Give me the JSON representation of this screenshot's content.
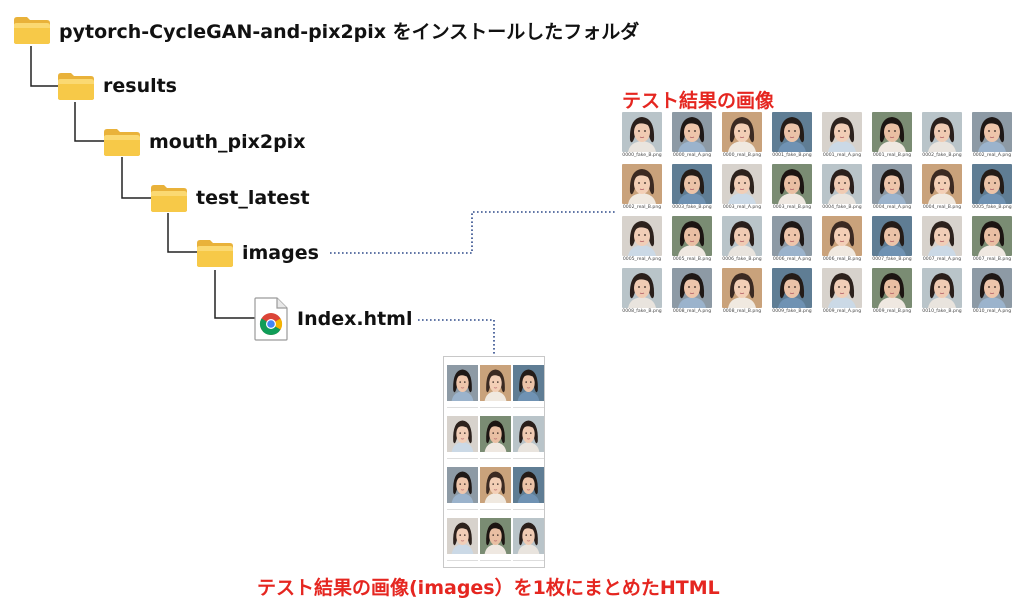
{
  "tree": {
    "root": "pytorch-CycleGAN-and-pix2pix をインストールしたフォルダ",
    "results": "results",
    "mouth_pix2pix": "mouth_pix2pix",
    "test_latest": "test_latest",
    "images": "images",
    "index_html": "Index.html"
  },
  "captions": {
    "grid_title": "テスト結果の画像",
    "html_title": "テスト結果の画像(images）を1枚にまとめたHTML"
  },
  "icons": {
    "folder": "folder-icon",
    "html_file": "chrome-html-file-icon"
  },
  "colors": {
    "caption_red": "#e52620",
    "connector_blue": "#2e4a8a",
    "tree_line": "#222222",
    "folder_body": "#f7c948",
    "folder_tab": "#e9b23a"
  },
  "image_grid": {
    "filenames": [
      "0000_fake_B.png",
      "0000_real_A.png",
      "0000_real_B.png",
      "0001_fake_B.png",
      "0001_real_A.png",
      "0001_real_B.png",
      "0002_fake_B.png",
      "0002_real_A.png",
      "0002_real_B.png",
      "0003_fake_B.png",
      "0003_real_A.png",
      "0003_real_B.png",
      "0004_fake_B.png",
      "0004_real_A.png",
      "0004_real_B.png",
      "0005_fake_B.png",
      "0005_real_A.png",
      "0005_real_B.png",
      "0006_fake_B.png",
      "0006_real_A.png",
      "0006_real_B.png",
      "0007_fake_B.png",
      "0007_real_A.png",
      "0007_real_B.png",
      "0008_fake_B.png",
      "0008_real_A.png",
      "0008_real_B.png",
      "0009_fake_B.png",
      "0009_real_A.png",
      "0009_real_B.png",
      "0010_fake_B.png",
      "0010_real_A.png"
    ]
  }
}
